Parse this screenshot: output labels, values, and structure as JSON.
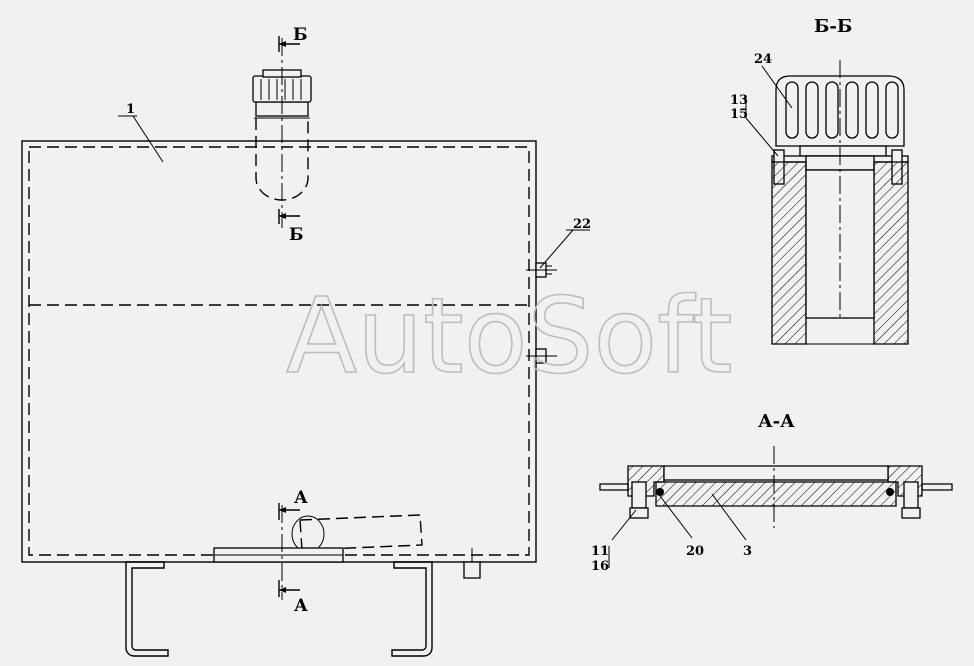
{
  "watermark": "AutoSoft",
  "section_titles": {
    "bb": "Б-Б",
    "aa": "А-А"
  },
  "cut_marks": {
    "b_top": "Б",
    "b_bottom": "Б",
    "a_top": "А",
    "a_bottom": "А"
  },
  "callouts": {
    "p1": "1",
    "p22": "22",
    "p24": "24",
    "p13": "13",
    "p15": "15",
    "p11": "11",
    "p16": "16",
    "p20": "20",
    "p3": "3"
  },
  "colors": {
    "background": "#f1f1f1",
    "lines": "#000000",
    "watermark": "#bdbdbd"
  }
}
